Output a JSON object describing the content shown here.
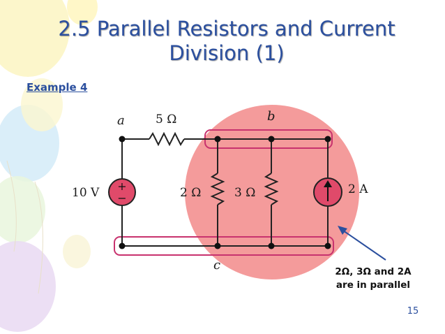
{
  "slide": {
    "title_line1": "2.5 Parallel Resistors and Current",
    "title_line2": "Division (1)",
    "subtitle": "Example 4",
    "page_number": "15"
  },
  "circuit": {
    "node_a": "a",
    "node_b": "b",
    "node_c": "c",
    "series_resistor": "5 Ω",
    "source_voltage": "10 V",
    "resistor_1": "2 Ω",
    "resistor_2": "3 Ω",
    "source_current": "2 A",
    "plus_sign": "+",
    "minus_sign": "−"
  },
  "annotation": {
    "line1": "2Ω, 3Ω and 2A",
    "line2": "are in parallel"
  },
  "colors": {
    "title": "#2b4f9e",
    "highlight_circle": "#f28a8a",
    "highlight_outline": "#c8326e",
    "source_fill": "#e04a6a",
    "arrow": "#2b4f9e"
  }
}
